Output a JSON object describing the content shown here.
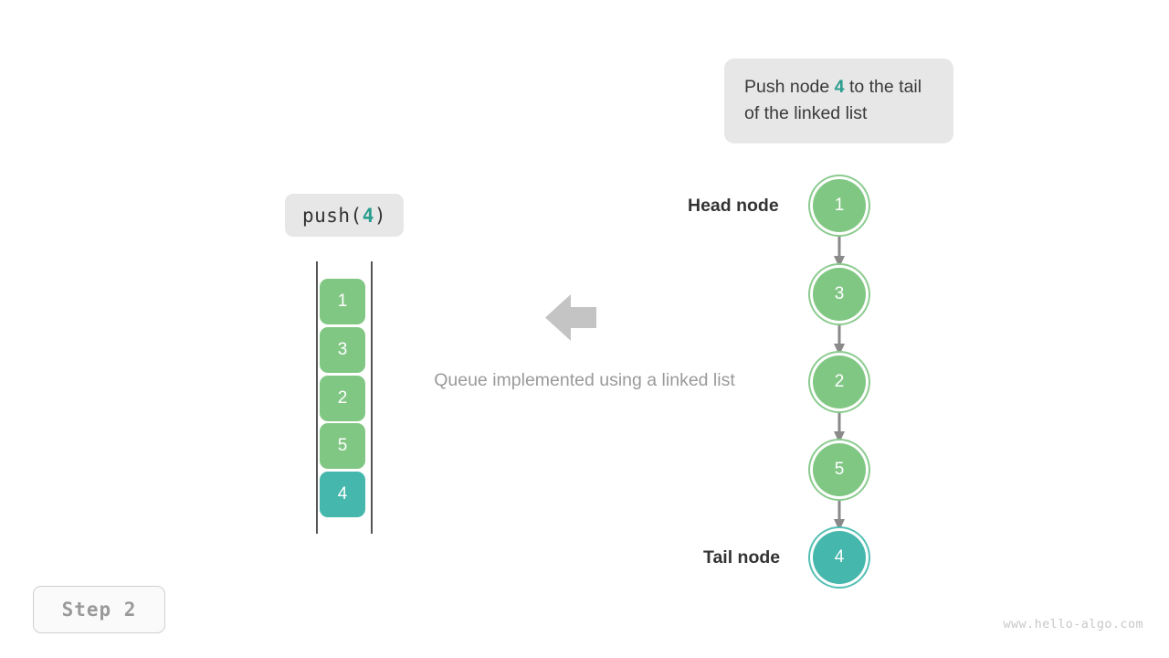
{
  "callout": {
    "prefix": "Push node ",
    "value": "4",
    "suffix": " to the tail of the linked list"
  },
  "operation": {
    "name": "push(",
    "arg": "4",
    "close": ")"
  },
  "array": {
    "cells": [
      {
        "value": "1",
        "color": "green"
      },
      {
        "value": "3",
        "color": "green"
      },
      {
        "value": "2",
        "color": "green"
      },
      {
        "value": "5",
        "color": "green"
      },
      {
        "value": "4",
        "color": "teal"
      }
    ]
  },
  "center": {
    "caption": "Queue implemented using a linked list",
    "arrow_icon": "arrow-left-icon"
  },
  "linked_list": {
    "head_label": "Head node",
    "tail_label": "Tail node",
    "nodes": [
      {
        "value": "1",
        "color": "green"
      },
      {
        "value": "3",
        "color": "green"
      },
      {
        "value": "2",
        "color": "green"
      },
      {
        "value": "5",
        "color": "green"
      },
      {
        "value": "4",
        "color": "teal"
      }
    ]
  },
  "step": {
    "label": "Step 2"
  },
  "watermark": {
    "text": "www.hello-algo.com"
  },
  "colors": {
    "green": "#81c784",
    "teal": "#45b7ac",
    "accent_text": "#2a9d8f",
    "box_bg": "#e7e7e7",
    "arrow_gray": "#8a8a8a",
    "muted_text": "#9a9a9a"
  }
}
